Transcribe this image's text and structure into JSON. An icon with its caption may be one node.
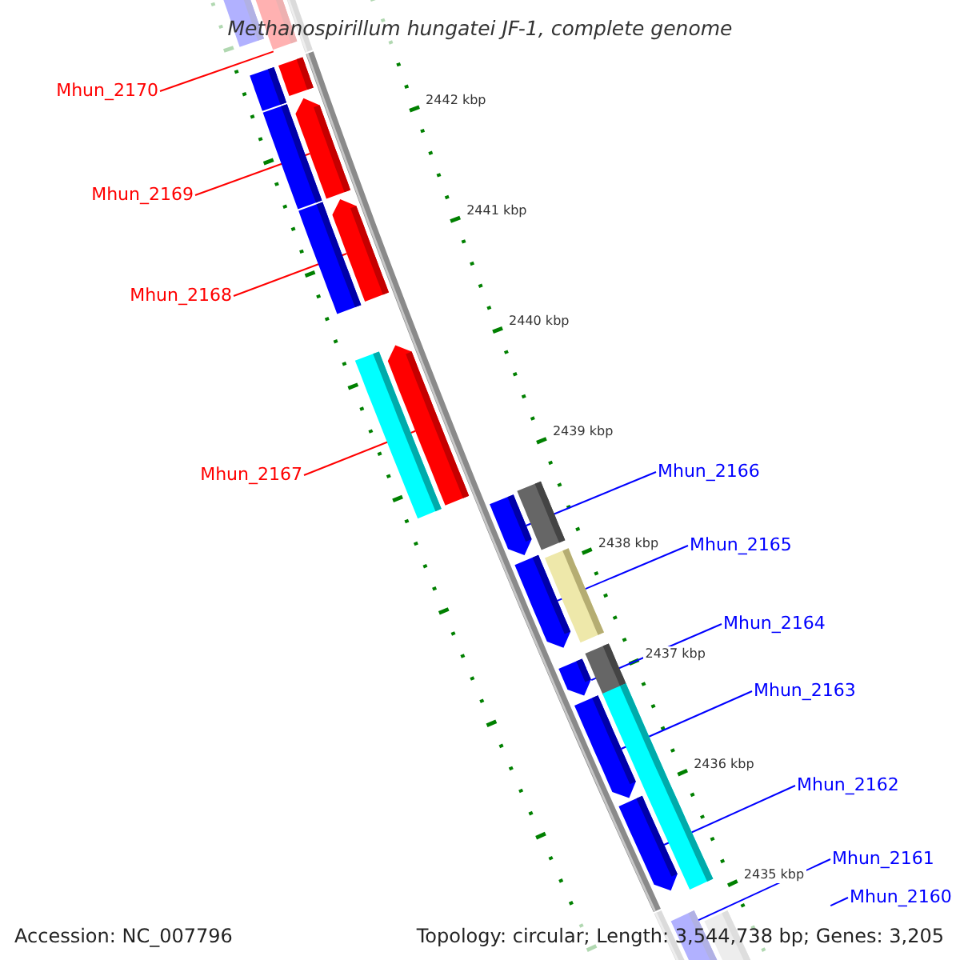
{
  "diagram": {
    "title": "Methanospirillum hungatei JF-1, complete genome",
    "nodes": [
      {
        "text": [
          "Mhun_2170"
        ]
      },
      {
        "text": [],
        "shape": "bar"
      },
      {
        "text": [
          "Mhun_2169"
        ]
      },
      {
        "text": [],
        "shape": "bar"
      },
      {
        "text": [
          "Mhun_2168"
        ]
      },
      {
        "text": [],
        "shape": "bar"
      },
      {
        "text": [
          "Mhun_2167"
        ]
      },
      {
        "text": [],
        "shape": "bar"
      },
      {
        "text": [
          "Mhun_2166"
        ]
      },
      {
        "text": [],
        "shape": "bar"
      },
      {
        "text": [
          "Mhun_2165"
        ]
      },
      {
        "text": [],
        "shape": "bar"
      },
      {
        "text": [
          "Mhun_2164"
        ]
      },
      {
        "text": [],
        "shape": "bar"
      },
      {
        "text": [
          "Mhun_2163"
        ]
      },
      {
        "text": [],
        "shape": "bar"
      },
      {
        "text": [
          "Mhun_2162"
        ]
      },
      {
        "text": [],
        "shape": "bar"
      },
      {
        "text": [
          "Mhun_2161"
        ]
      },
      {
        "text": [],
        "shape": "bar"
      },
      {
        "text": [
          "Mhun_2160"
        ]
      }
    ],
    "edges": [
      {
        "from": 0,
        "to": 1,
        "arrow": "none",
        "color": "#ff0000"
      },
      {
        "from": 2,
        "to": 3,
        "arrow": "none",
        "color": "#ff0000"
      },
      {
        "from": 4,
        "to": 5,
        "arrow": "none",
        "color": "#ff0000"
      },
      {
        "from": 6,
        "to": 7,
        "arrow": "none",
        "color": "#ff0000"
      },
      {
        "from": 8,
        "to": 9,
        "arrow": "none"
      },
      {
        "from": 10,
        "to": 11,
        "arrow": "none"
      },
      {
        "from": 12,
        "to": 13,
        "arrow": "none"
      },
      {
        "from": 14,
        "to": 15,
        "arrow": "none"
      },
      {
        "from": 16,
        "to": 17,
        "arrow": "none"
      },
      {
        "from": 18,
        "to": 19,
        "arrow": "none"
      },
      {
        "from": 20,
        "to": null,
        "arrow": "none"
      }
    ],
    "labels": [
      "2442 kbp",
      "2441 kbp",
      "2440 kbp",
      "2439 kbp",
      "2438 kbp",
      "2437 kbp",
      "2436 kbp",
      "2435 kbp",
      "Accession: NC_007796",
      "Topology: circular; Length: 3,544,738 bp; Genes: 3,205"
    ]
  }
}
